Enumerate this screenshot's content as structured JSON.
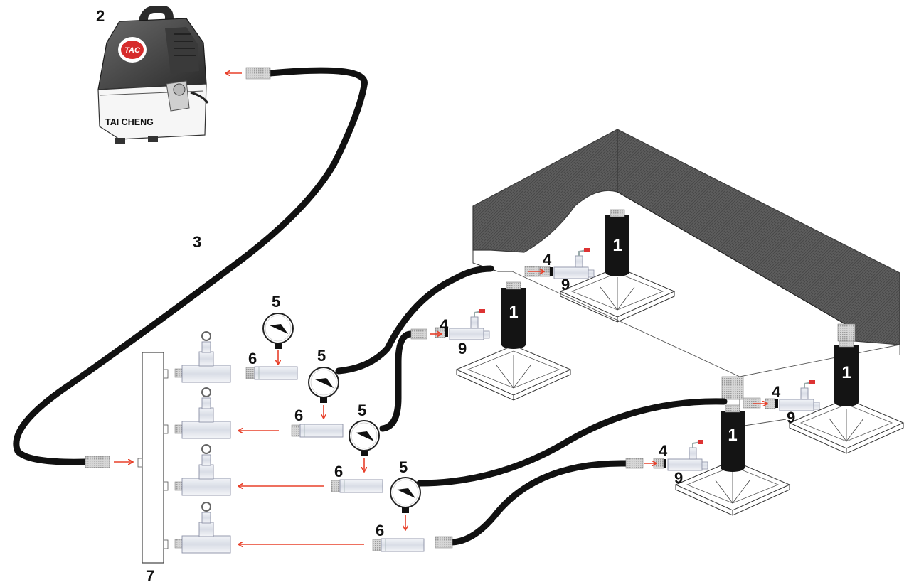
{
  "diagram": {
    "pump": {
      "number": "2",
      "brand": "TAI CHENG",
      "logo": "TAC",
      "icon": "electric-hydraulic-pump-icon"
    },
    "hose_label": "3",
    "manifold_label": "7",
    "jack_label": "1",
    "coupler_label": "4",
    "valve_label": "9",
    "gauge_label": "5",
    "adapter_label": "6",
    "colors": {
      "hose": "#111111",
      "arrow": "#e8402a",
      "structure": "#5a5a5a",
      "jack": "#141414",
      "gauge_needle": "#111111"
    }
  }
}
